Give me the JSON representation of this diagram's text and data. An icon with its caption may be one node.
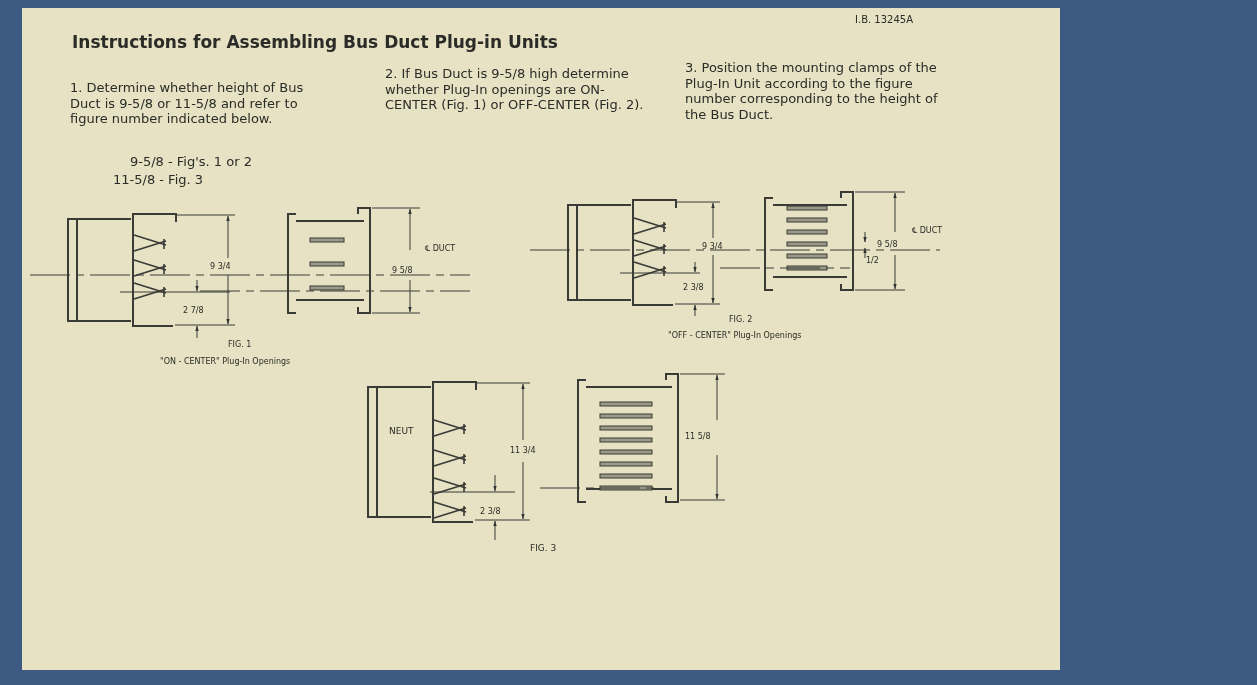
{
  "diagram": {
    "title": "Instructions for Assembling Bus Duct Plug-in Units",
    "labels": [
      "I.B. 13245A",
      "1. Determine whether height of Bus Duct is 9-5/8 or 11-5/8 and refer to figure number indicated below.",
      "2. If Bus Duct is 9-5/8 high determine whether Plug-In openings are ON-CENTER (Fig. 1) or OFF-CENTER (Fig. 2).",
      "3. Position the mounting clamps of the Plug-In Unit according to the figure number corresponding to the height of the Bus Duct.",
      "9-5/8 - Fig's. 1 or 2",
      "11-5/8 - Fig. 3",
      "9 3/4",
      "2 7/8",
      "9 5/8",
      "℄ DUCT",
      "FIG. 1",
      "\"ON - CENTER\" Plug-In Openings",
      "9 3/4",
      "2 3/8",
      "9 5/8",
      "1/2",
      "℄ DUCT",
      "FIG. 2",
      "\"OFF - CENTER\" Plug-In Openings",
      "NEUT",
      "11 3/4",
      "2 3/8",
      "11 5/8",
      "FIG. 3"
    ]
  }
}
